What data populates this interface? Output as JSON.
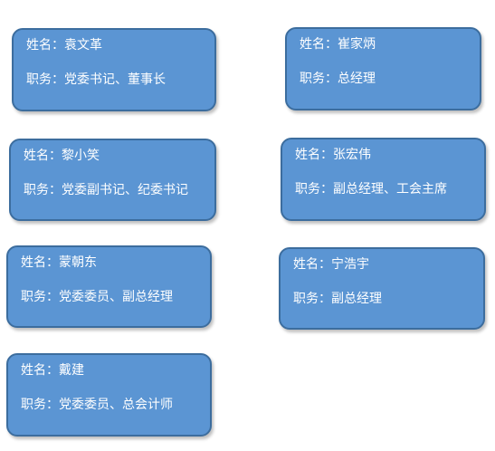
{
  "labels": {
    "name_prefix": "姓名：",
    "role_prefix": "职务："
  },
  "colors": {
    "card_fill": "#5b95d3",
    "card_border": "#3c6d9e",
    "text": "#ffffff",
    "background": "#ffffff"
  },
  "people": [
    {
      "name": "袁文革",
      "role": "党委书记、董事长"
    },
    {
      "name": "崔家炳",
      "role": "总经理"
    },
    {
      "name": "黎小笑",
      "role": "党委副书记、纪委书记"
    },
    {
      "name": "张宏伟",
      "role": "副总经理、工会主席"
    },
    {
      "name": "蒙朝东",
      "role": "党委委员、副总经理"
    },
    {
      "name": "宁浩宇",
      "role": "副总经理"
    },
    {
      "name": "戴建",
      "role": "党委委员、总会计师"
    }
  ]
}
